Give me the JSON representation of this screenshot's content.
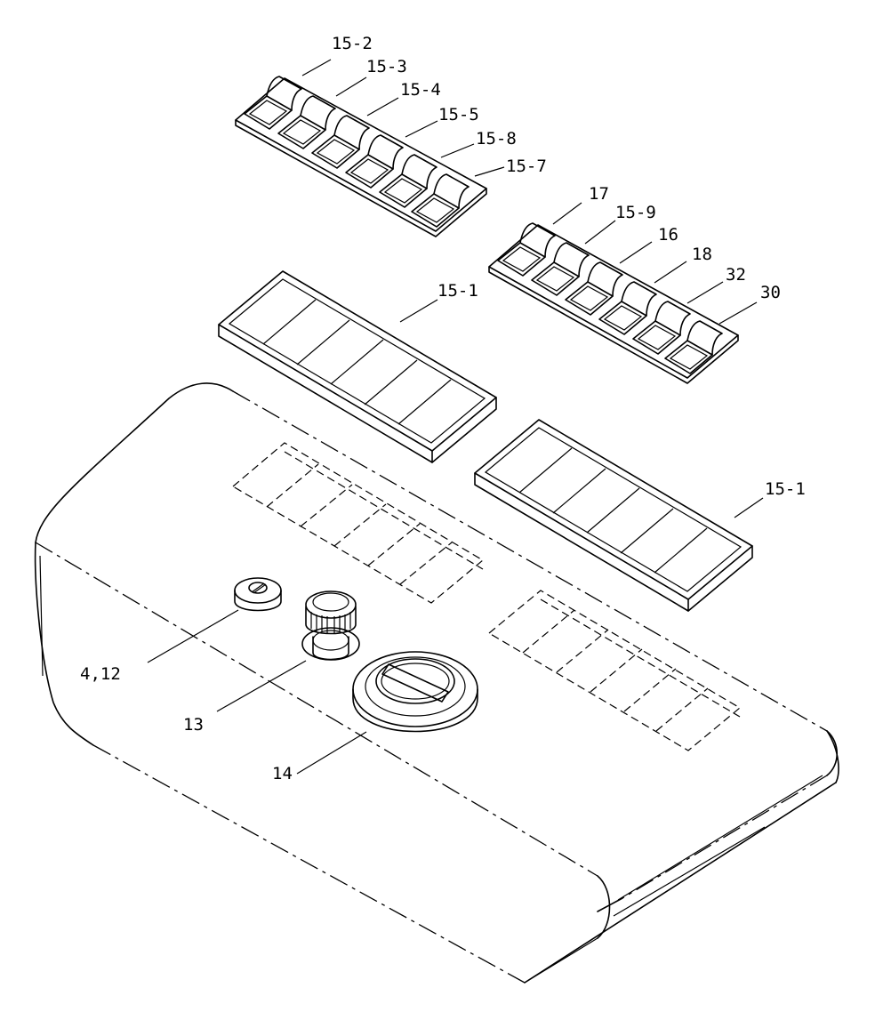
{
  "diagram": {
    "labels": {
      "p15_2": "15-2",
      "p15_3": "15-3",
      "p15_4": "15-4",
      "p15_5": "15-5",
      "p15_8": "15-8",
      "p15_7": "15-7",
      "p17": "17",
      "p15_9": "15-9",
      "p16": "16",
      "p18": "18",
      "p32": "32",
      "p30": "30",
      "p15_1_upper": "15-1",
      "p15_1_lower": "15-1",
      "p4_12": "4,12",
      "p13": "13",
      "p14": "14"
    }
  }
}
